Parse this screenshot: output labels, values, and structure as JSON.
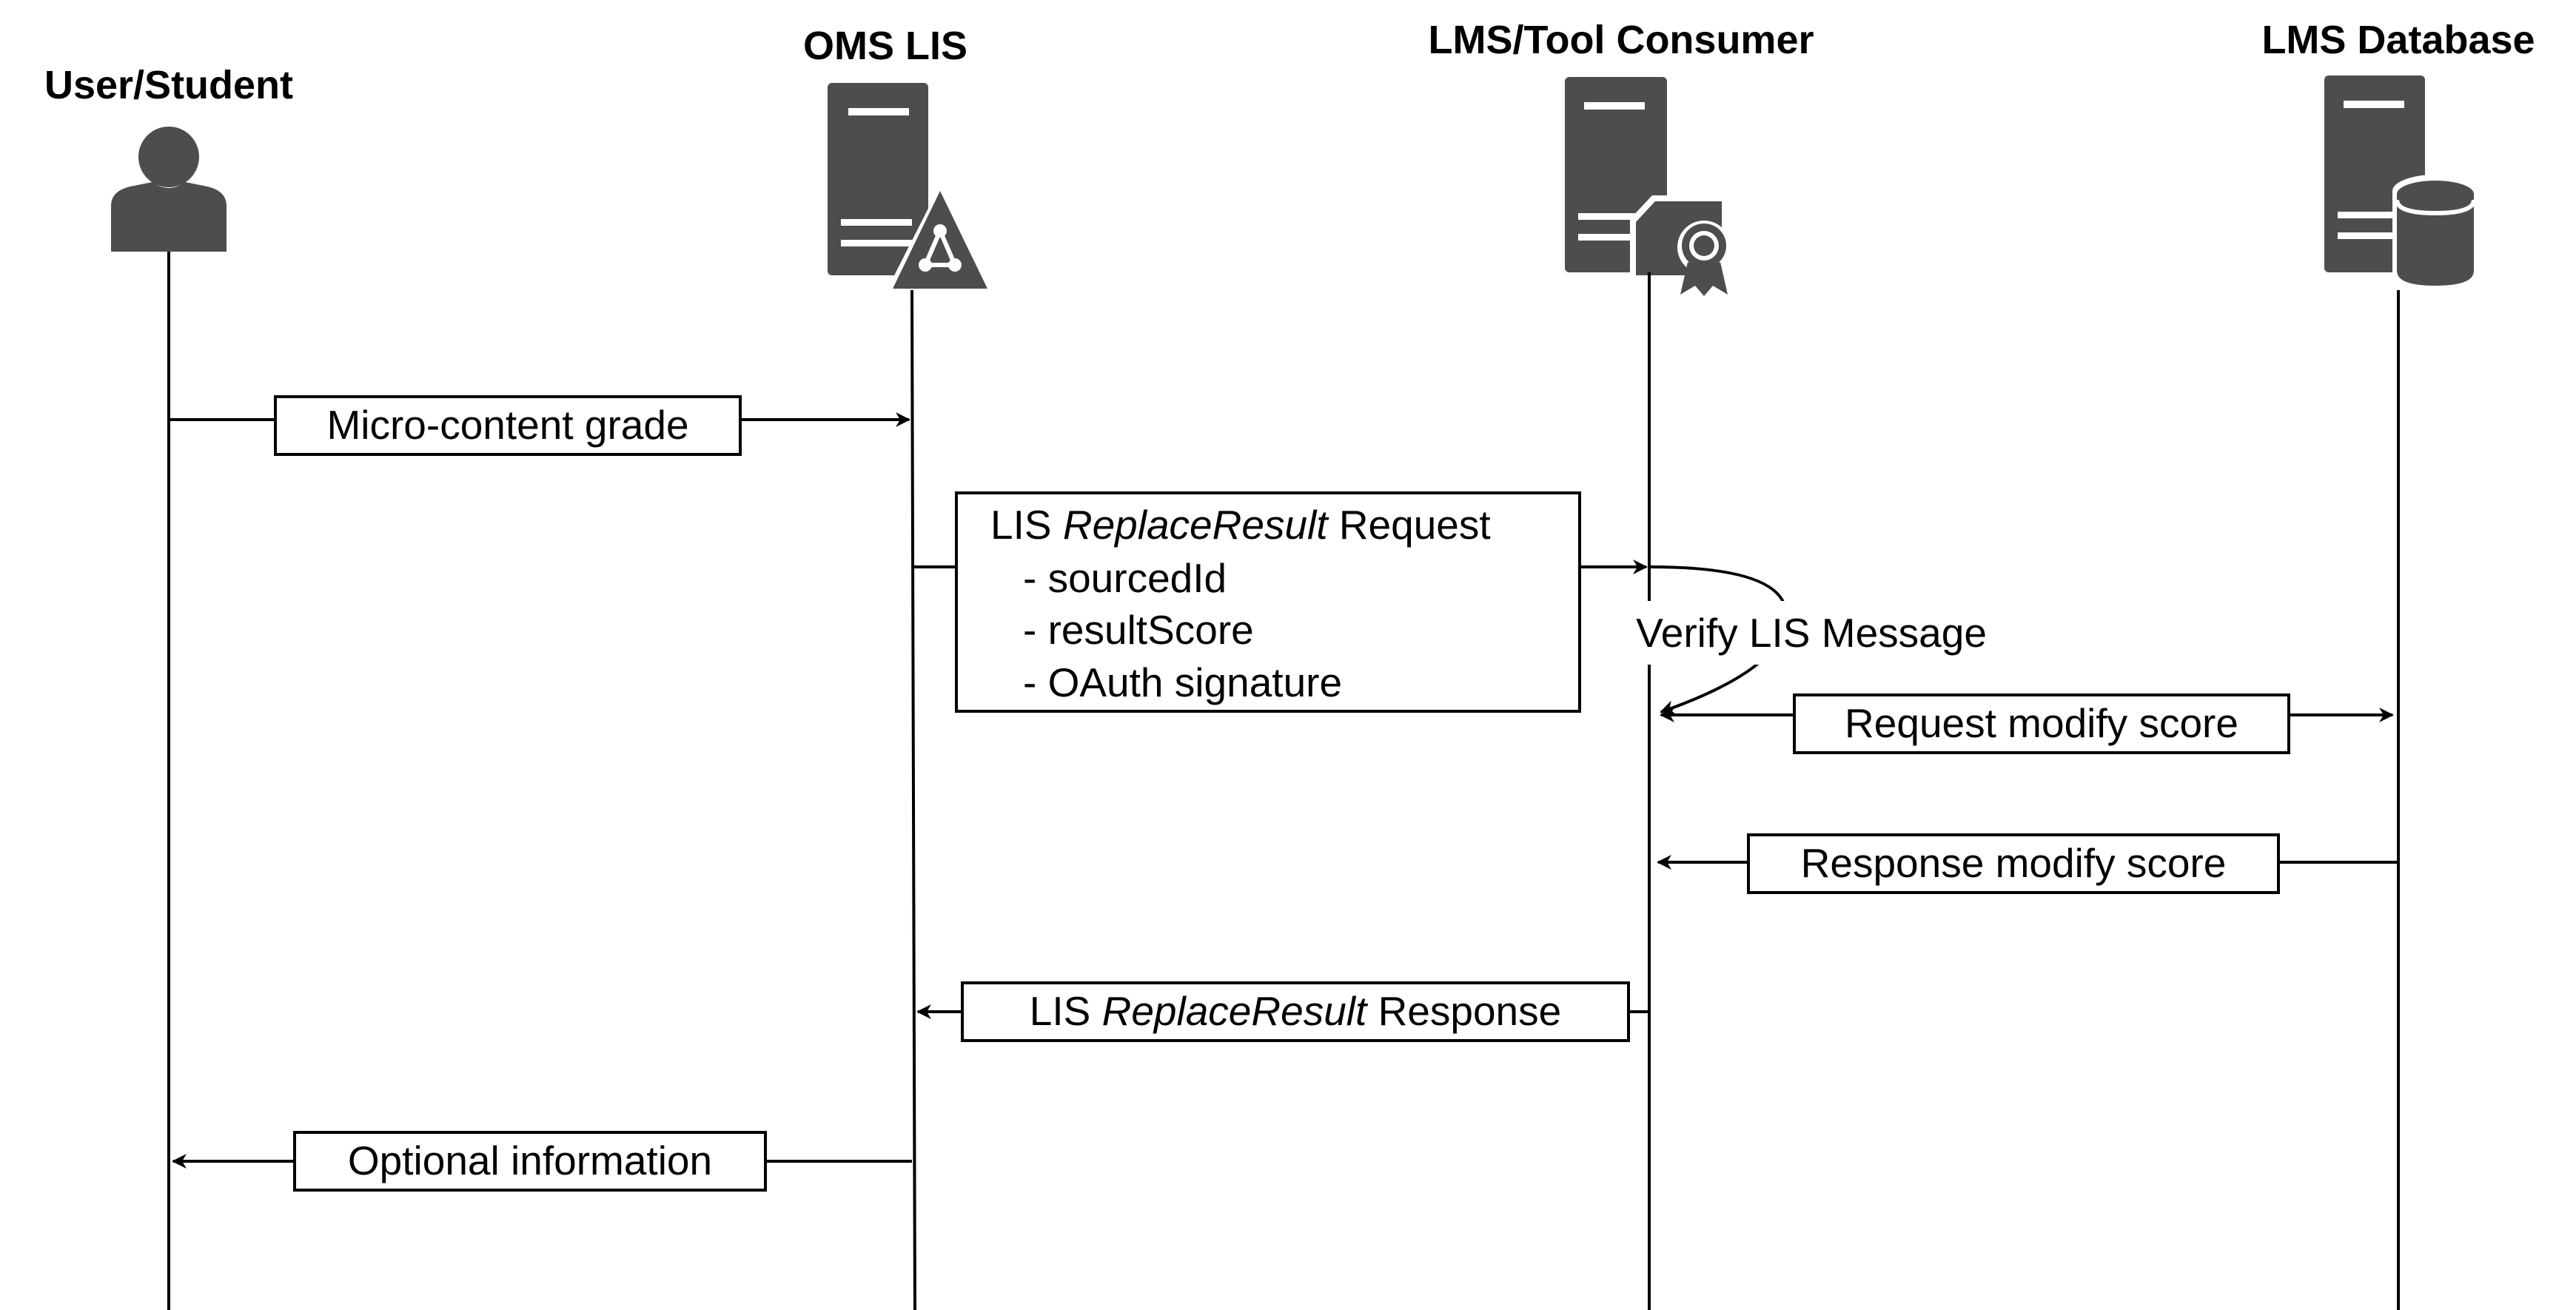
{
  "actors": {
    "user": {
      "label": "User/Student",
      "icon": "user-icon"
    },
    "oms": {
      "label": "OMS LIS",
      "icon": "server-network-icon"
    },
    "lms": {
      "label": "LMS/Tool Consumer",
      "icon": "server-certificate-icon"
    },
    "db": {
      "label": "LMS Database",
      "icon": "server-database-icon"
    }
  },
  "messages": {
    "m1": {
      "label": "Micro-content grade"
    },
    "m2": {
      "prefix": "LIS ",
      "italic": "ReplaceResult",
      "suffix": " Request",
      "params": [
        "- sourcedId",
        "- resultScore",
        "- OAuth signature"
      ]
    },
    "self": {
      "label": "Verify LIS Message"
    },
    "m3": {
      "label": "Request modify score"
    },
    "m4": {
      "label": "Response modify score"
    },
    "m5": {
      "prefix": "LIS ",
      "italic": "ReplaceResult",
      "suffix": " Response"
    },
    "m6": {
      "label": "Optional information"
    }
  },
  "colors": {
    "icon": "#4d4d4d",
    "line": "#000000"
  }
}
